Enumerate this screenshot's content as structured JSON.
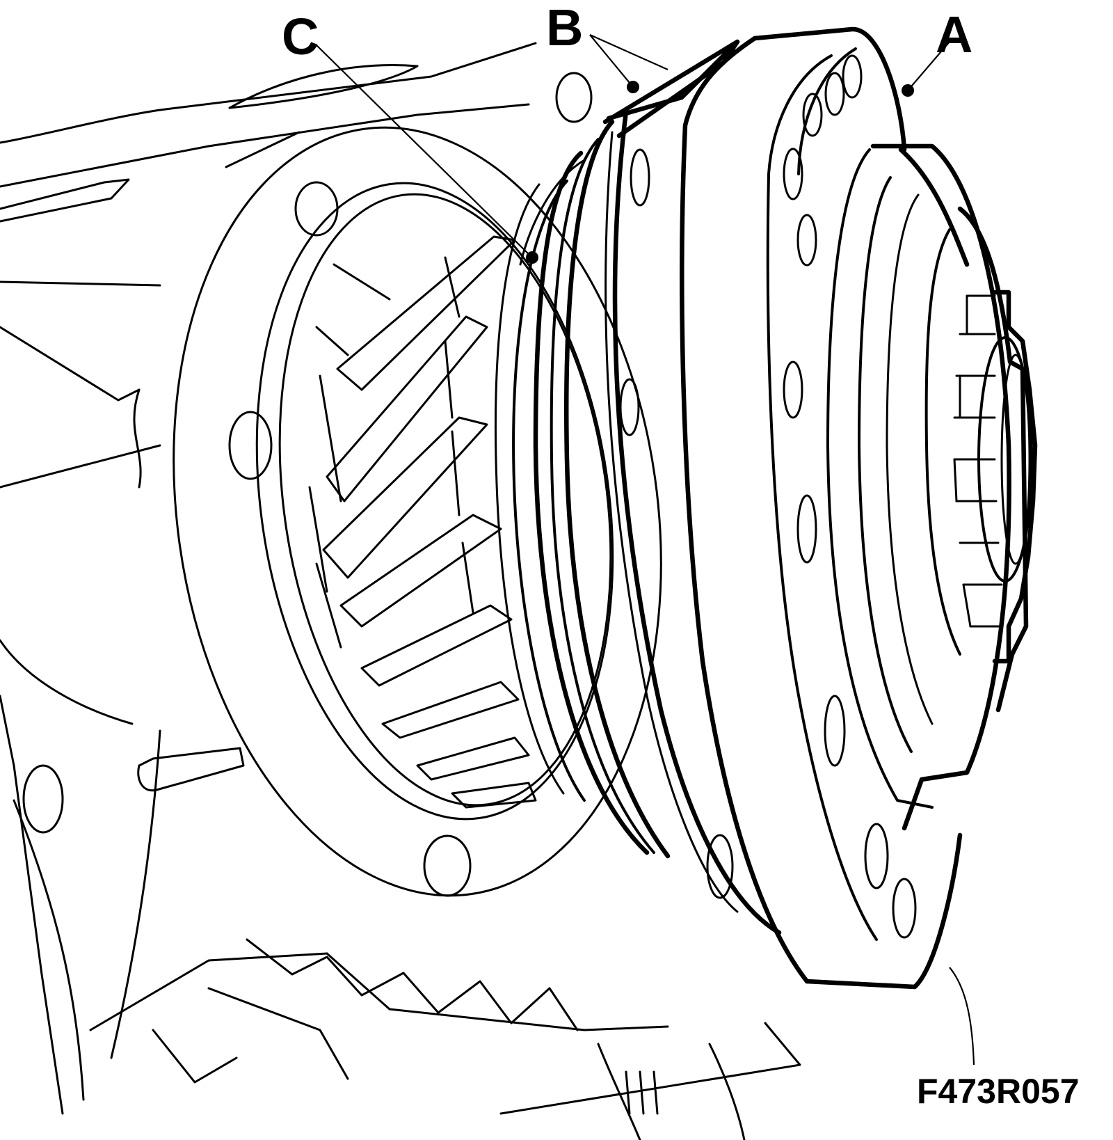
{
  "figure": {
    "callouts": {
      "a": "A",
      "b": "B",
      "c": "C"
    },
    "figure_id": "F473R057",
    "colors": {
      "line": "#000000",
      "background": "#ffffff"
    }
  }
}
